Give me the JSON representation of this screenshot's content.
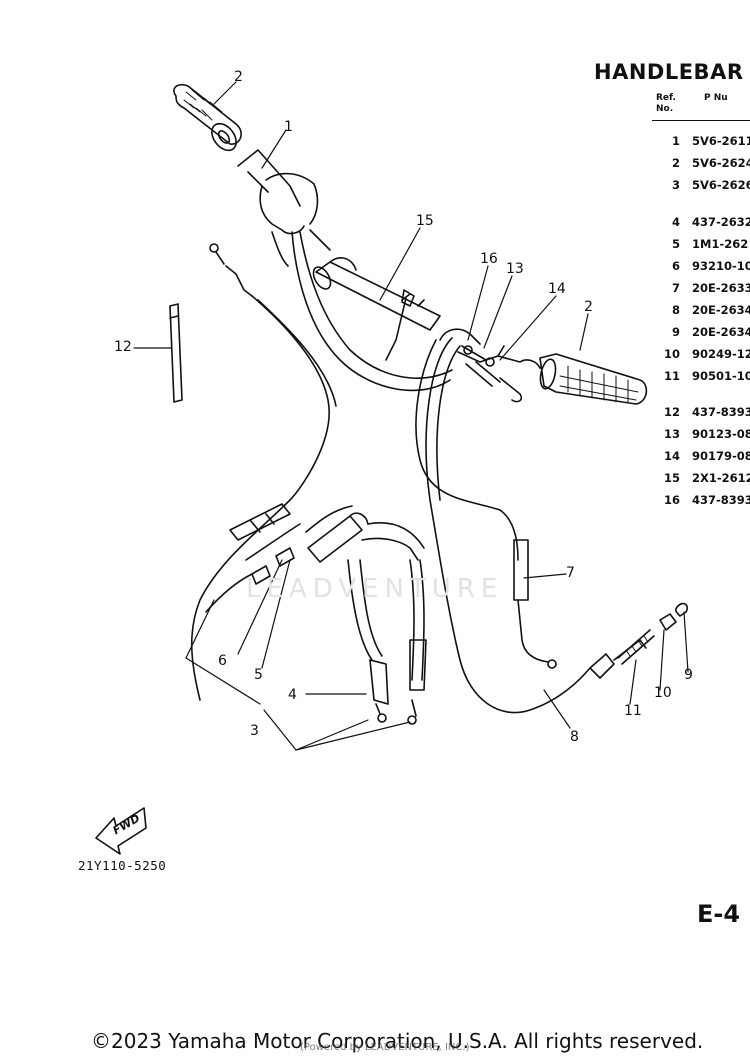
{
  "title": "HANDLEBAR",
  "table": {
    "col_ref_label": "Ref. No.",
    "col_part_label": "P Nu",
    "rows": [
      {
        "ref": "1",
        "part": "5V6-2611"
      },
      {
        "ref": "2",
        "part": "5V6-2624"
      },
      {
        "ref": "3",
        "part": "5V6-2626"
      },
      {
        "ref": "4",
        "part": "437-2632"
      },
      {
        "ref": "5",
        "part": "1M1-262"
      },
      {
        "ref": "6",
        "part": "93210-10"
      },
      {
        "ref": "7",
        "part": "20E-2633"
      },
      {
        "ref": "8",
        "part": "20E-2634"
      },
      {
        "ref": "9",
        "part": "20E-2634"
      },
      {
        "ref": "10",
        "part": "90249-12"
      },
      {
        "ref": "11",
        "part": "90501-10"
      },
      {
        "ref": "12",
        "part": "437-8393"
      },
      {
        "ref": "13",
        "part": "90123-08"
      },
      {
        "ref": "14",
        "part": "90179-08"
      },
      {
        "ref": "15",
        "part": "2X1-2612"
      },
      {
        "ref": "16",
        "part": "437-8393"
      }
    ]
  },
  "callouts": {
    "c1": "1",
    "c2a": "2",
    "c2b": "2",
    "c3": "3",
    "c4": "4",
    "c5": "5",
    "c6": "6",
    "c7": "7",
    "c8": "8",
    "c9": "9",
    "c10": "10",
    "c11": "11",
    "c12": "12",
    "c13": "13",
    "c14": "14",
    "c15": "15",
    "c16": "16"
  },
  "fwd_label": "FWD",
  "doc_code": "21Y110-5250",
  "page_id": "E-4",
  "watermark": "LEADVENTURE",
  "stamp": "(Powered by LEADVENTURE, INC.)",
  "copyright": "©2023 Yamaha Motor Corporation, U.S.A. All rights reserved."
}
